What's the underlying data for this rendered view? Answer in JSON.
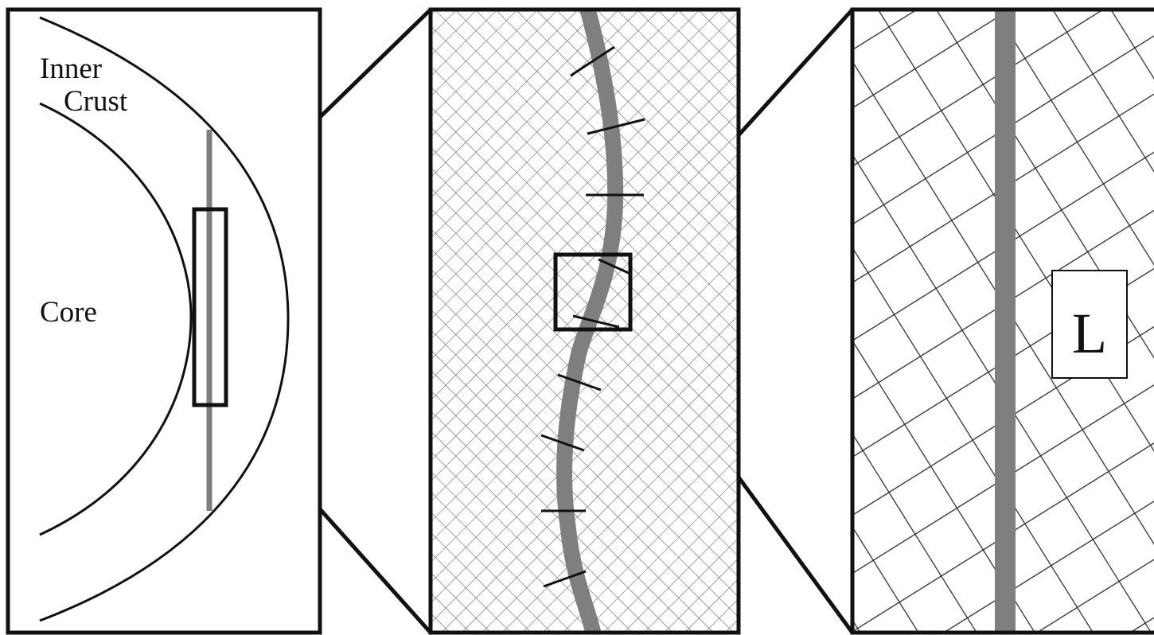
{
  "labels": {
    "inner": "Inner",
    "crust": "Crust",
    "core": "Core",
    "length": "L"
  },
  "colors": {
    "stroke": "#111111",
    "flux_tube": "#7f7f7f",
    "background": "#ffffff",
    "fine_mesh": "#666666",
    "coarse_mesh": "#2a2a2a"
  }
}
